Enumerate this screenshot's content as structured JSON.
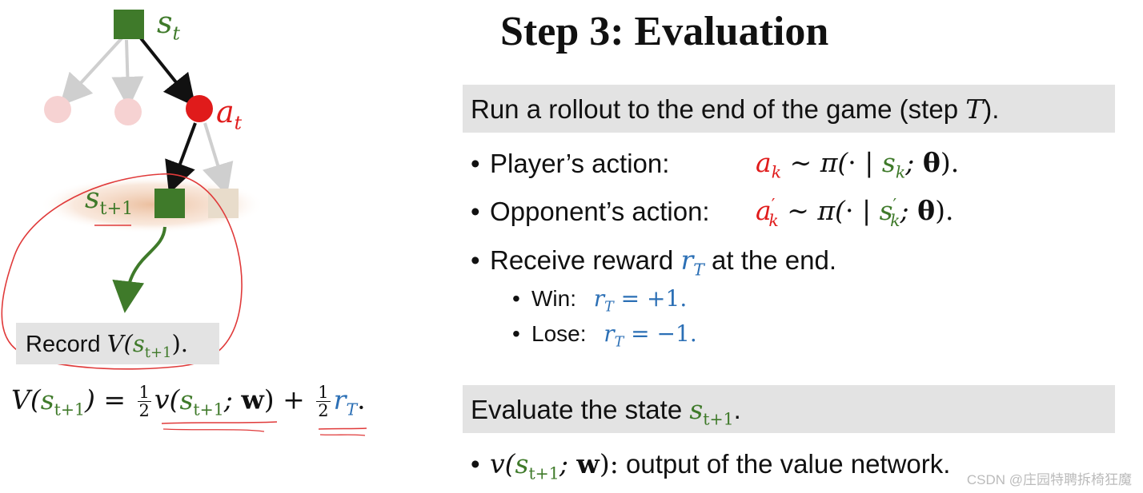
{
  "slide": {
    "title": "Step 3: Evaluation",
    "section1_heading": "Run a rollout to the end of the game (step T).",
    "bullets": {
      "player": "Player’s action:",
      "opponent": "Opponent’s action:",
      "receive_before": "Receive reward",
      "receive_after": "at the end.",
      "win": "Win:",
      "lose": "Lose:",
      "win_value": "+1.",
      "lose_value": "−1."
    },
    "section2_heading": "Evaluate the state",
    "value_net_desc": "output of the value network."
  },
  "tree": {
    "state_label": "s",
    "state_sub": "t",
    "action_label": "a",
    "action_sub": "t",
    "next_state_sub": "t+1",
    "record_label": "Record",
    "record_sub": "t+1"
  },
  "colors": {
    "state_green": "#3f7a2a",
    "action_red": "#e01b1b",
    "reward_blue": "#2b6fb5",
    "faded_pink": "#f6d2d2",
    "faded_tan": "#e8dccb",
    "bar_gray": "#e3e3e3",
    "annotation_red": "#e03a3a"
  },
  "watermark": "CSDN @庄园特聘拆椅狂魔"
}
